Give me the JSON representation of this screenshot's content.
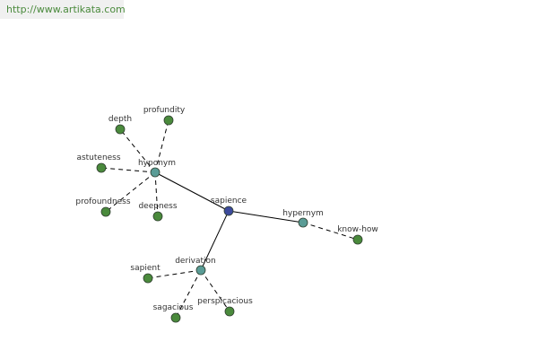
{
  "header": {
    "url": "http://www.artikata.com"
  },
  "colors": {
    "center": "#3c4a9c",
    "relation": "#5a9c96",
    "leaf": "#4a8a3c",
    "edge": "#000000",
    "label": "#333333",
    "link": "#4a8a3c",
    "banner": "#f0f0f0"
  },
  "graph": {
    "center": {
      "id": "sapience",
      "label": "sapience"
    },
    "relations": [
      {
        "id": "hyponym",
        "label": "hyponym",
        "leaves": [
          {
            "id": "depth",
            "label": "depth"
          },
          {
            "id": "profundity",
            "label": "profundity"
          },
          {
            "id": "astuteness",
            "label": "astuteness"
          },
          {
            "id": "profoundness",
            "label": "profoundness"
          },
          {
            "id": "deepness",
            "label": "deepness"
          }
        ]
      },
      {
        "id": "hypernym",
        "label": "hypernym",
        "leaves": [
          {
            "id": "know-how",
            "label": "know-how"
          }
        ]
      },
      {
        "id": "derivation",
        "label": "derivation",
        "leaves": [
          {
            "id": "sapient",
            "label": "sapient"
          },
          {
            "id": "sagacious",
            "label": "sagacious"
          },
          {
            "id": "perspicacious",
            "label": "perspicacious"
          }
        ]
      }
    ]
  }
}
